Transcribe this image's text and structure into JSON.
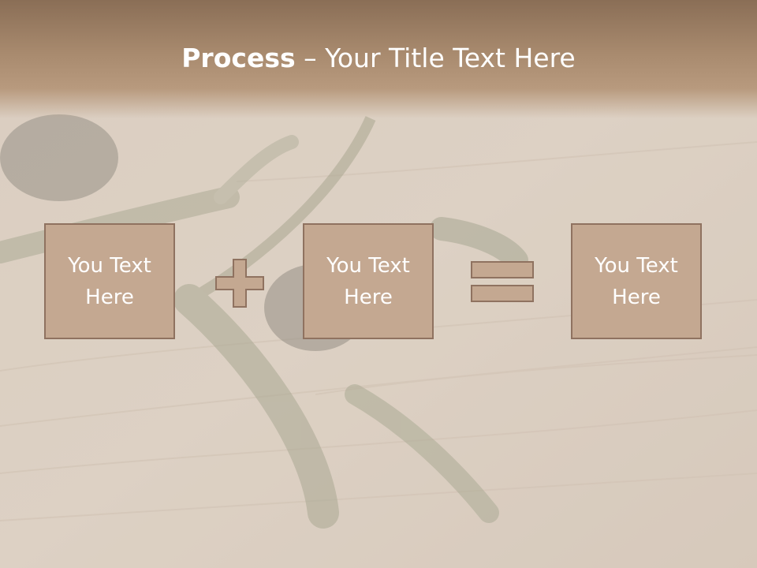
{
  "title": {
    "bold": "Process",
    "rest": " – Your Title Text Here"
  },
  "boxes": [
    {
      "label": "You Text\nHere"
    },
    {
      "label": "You Text\nHere"
    },
    {
      "label": "You Text\nHere"
    }
  ],
  "operators": {
    "plus": "plus-icon",
    "equals": "equals-icon"
  },
  "colors": {
    "title_band": "#a88a6e",
    "box_fill": "#c4a891",
    "box_border": "#8f7260",
    "text": "#ffffff"
  }
}
